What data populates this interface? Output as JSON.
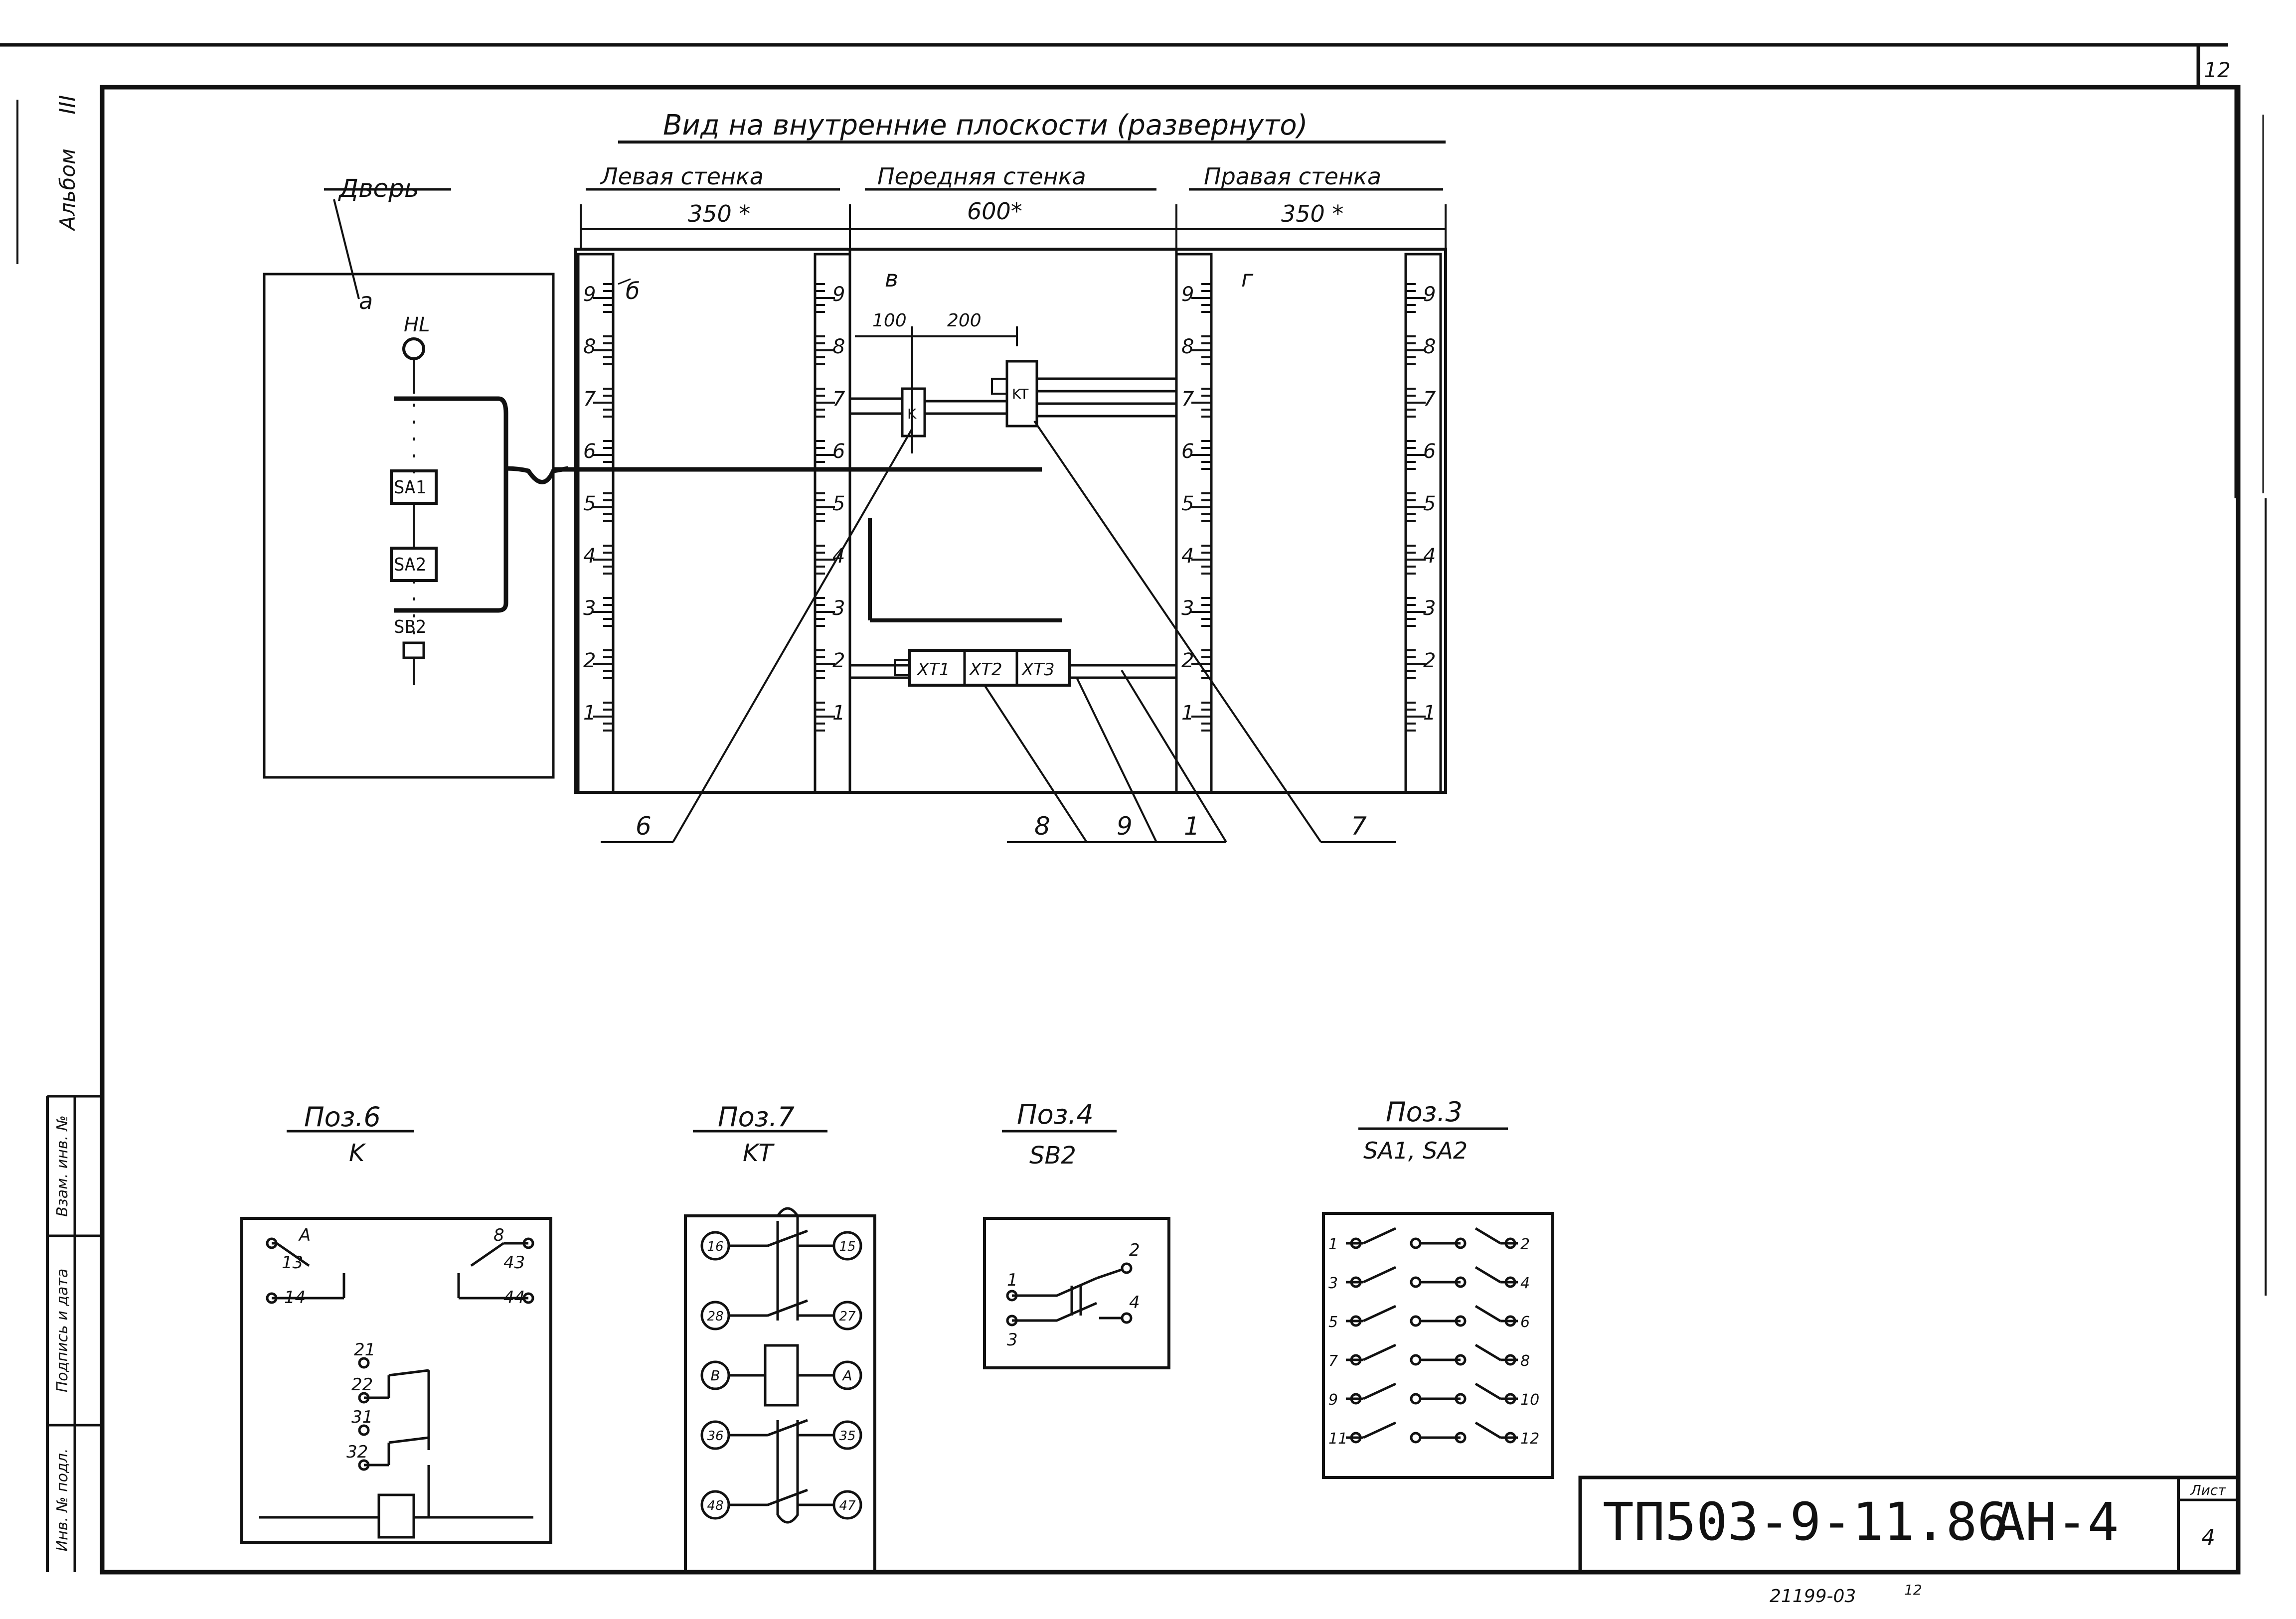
{
  "sheet": {
    "corner_number": "12",
    "album_label": "Альбом",
    "album_number": "III",
    "code": "ТП503-9-11.86",
    "section": "АН-4",
    "sheet_label": "Лист",
    "sheet_number": "4",
    "copy_number": "21199-03",
    "copy_suffix": "12",
    "stamp_fields": [
      "Инв. № подл.",
      "Подпись и дата",
      "Взам. инв. №"
    ]
  },
  "view": {
    "title": "Вид на внутренние плоскости (развернуто)",
    "door_label": "Дверь",
    "walls": [
      {
        "label": "Левая стенка",
        "width": "350 *"
      },
      {
        "label": "Передняя стенка",
        "width": "600*"
      },
      {
        "label": "Правая стенка",
        "width": "350 *"
      }
    ],
    "wall_marks": [
      "а",
      "б",
      "в",
      "г"
    ],
    "ruler_numbers": [
      "9",
      "8",
      "7",
      "6",
      "5",
      "4",
      "3",
      "2",
      "1"
    ],
    "dim_100": "100",
    "dim_200": "200",
    "door_devices": [
      "HL",
      "SA1",
      "SA2",
      "SB2"
    ],
    "front_devices": [
      "K",
      "KT",
      "XT1",
      "XT2",
      "XT3"
    ],
    "callouts": [
      "6",
      "8",
      "9",
      "1",
      "7"
    ]
  },
  "positions": [
    {
      "title": "Поз.6",
      "subtitle": "K",
      "terminals": [
        "А",
        "13",
        "14",
        "8",
        "43",
        "44",
        "21",
        "22",
        "31",
        "32"
      ]
    },
    {
      "title": "Поз.7",
      "subtitle": "KT",
      "terminals": [
        "16",
        "15",
        "28",
        "27",
        "В",
        "А",
        "36",
        "35",
        "48",
        "47"
      ]
    },
    {
      "title": "Поз.4",
      "subtitle": "SB2",
      "terminals": [
        "1",
        "2",
        "3",
        "4"
      ]
    },
    {
      "title": "Поз.3",
      "subtitle": "SA1, SA2",
      "terminals": [
        "1",
        "2",
        "3",
        "4",
        "5",
        "6",
        "7",
        "8",
        "9",
        "10",
        "11",
        "12"
      ]
    }
  ]
}
